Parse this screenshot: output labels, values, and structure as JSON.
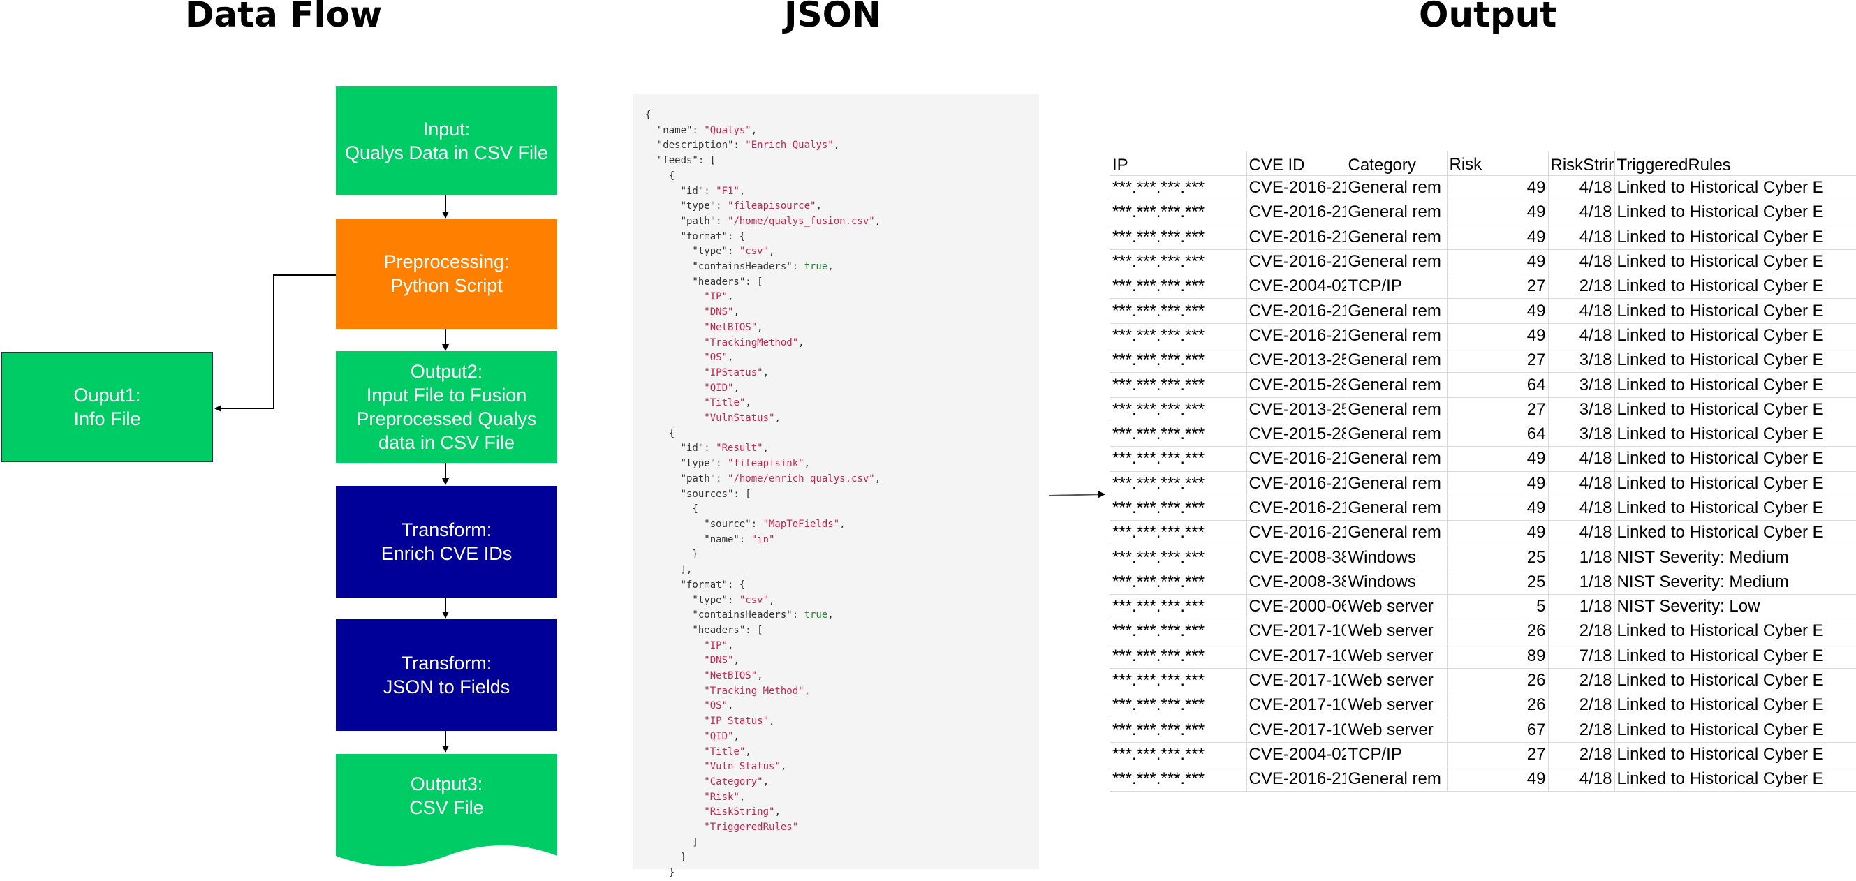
{
  "headings": {
    "data_flow": "Data Flow",
    "json": "JSON",
    "output": "Output"
  },
  "flow": {
    "input": [
      "Input:",
      "Qualys Data in CSV File"
    ],
    "preprocessing": [
      "Preprocessing:",
      "Python Script"
    ],
    "output1": [
      "Ouput1:",
      "Info File"
    ],
    "output2": [
      "Output2:",
      "Input File to Fusion",
      "Preprocessed Qualys",
      "data in CSV File"
    ],
    "transform1": [
      "Transform:",
      "Enrich CVE IDs"
    ],
    "transform2": [
      "Transform:",
      "JSON to Fields"
    ],
    "output3": [
      "Output3:",
      "CSV File"
    ]
  },
  "colors": {
    "green": "#00cc66",
    "orange": "#ff8000",
    "navy": "#000099",
    "json_string": "#c7254e",
    "json_literal": "#2a8a3e"
  },
  "json_text": "{\n  \"name\": \"Qualys\",\n  \"description\": \"Enrich Qualys\",\n  \"feeds\": [\n    {\n      \"id\": \"F1\",\n      \"type\": \"fileapisource\",\n      \"path\": \"/home/qualys_fusion.csv\",\n      \"format\": {\n        \"type\": \"csv\",\n        \"containsHeaders\": true,\n        \"headers\": [\n          \"IP\",\n          \"DNS\",\n          \"NetBIOS\",\n          \"TrackingMethod\",\n          \"OS\",\n          \"IPStatus\",\n          \"QID\",\n          \"Title\",\n          \"VulnStatus\",\n    {\n      \"id\": \"Result\",\n      \"type\": \"fileapisink\",\n      \"path\": \"/home/enrich_qualys.csv\",\n      \"sources\": [\n        {\n          \"source\": \"MapToFields\",\n          \"name\": \"in\"\n        }\n      ],\n      \"format\": {\n        \"type\": \"csv\",\n        \"containsHeaders\": true,\n        \"headers\": [\n          \"IP\",\n          \"DNS\",\n          \"NetBIOS\",\n          \"Tracking Method\",\n          \"OS\",\n          \"IP Status\",\n          \"QID\",\n          \"Title\",\n          \"Vuln Status\",\n          \"Category\",\n          \"Risk\",\n          \"RiskString\",\n          \"TriggeredRules\"\n        ]\n      }\n    }",
  "table": {
    "columns": [
      "IP",
      "CVE ID",
      "Category",
      "Risk",
      "RiskString",
      "TriggeredRules"
    ],
    "rows": [
      [
        "***.***.***.***",
        "CVE-2016-21",
        "General rem",
        "49",
        "4/18",
        "Linked to Historical Cyber E"
      ],
      [
        "***.***.***.***",
        "CVE-2016-21",
        "General rem",
        "49",
        "4/18",
        "Linked to Historical Cyber E"
      ],
      [
        "***.***.***.***",
        "CVE-2016-21",
        "General rem",
        "49",
        "4/18",
        "Linked to Historical Cyber E"
      ],
      [
        "***.***.***.***",
        "CVE-2016-21",
        "General rem",
        "49",
        "4/18",
        "Linked to Historical Cyber E"
      ],
      [
        "***.***.***.***",
        "CVE-2004-02",
        "TCP/IP",
        "27",
        "2/18",
        "Linked to Historical Cyber E"
      ],
      [
        "***.***.***.***",
        "CVE-2016-21",
        "General rem",
        "49",
        "4/18",
        "Linked to Historical Cyber E"
      ],
      [
        "***.***.***.***",
        "CVE-2016-21",
        "General rem",
        "49",
        "4/18",
        "Linked to Historical Cyber E"
      ],
      [
        "***.***.***.***",
        "CVE-2013-25",
        "General rem",
        "27",
        "3/18",
        "Linked to Historical Cyber E"
      ],
      [
        "***.***.***.***",
        "CVE-2015-28",
        "General rem",
        "64",
        "3/18",
        "Linked to Historical Cyber E"
      ],
      [
        "***.***.***.***",
        "CVE-2013-25",
        "General rem",
        "27",
        "3/18",
        "Linked to Historical Cyber E"
      ],
      [
        "***.***.***.***",
        "CVE-2015-28",
        "General rem",
        "64",
        "3/18",
        "Linked to Historical Cyber E"
      ],
      [
        "***.***.***.***",
        "CVE-2016-21",
        "General rem",
        "49",
        "4/18",
        "Linked to Historical Cyber E"
      ],
      [
        "***.***.***.***",
        "CVE-2016-21",
        "General rem",
        "49",
        "4/18",
        "Linked to Historical Cyber E"
      ],
      [
        "***.***.***.***",
        "CVE-2016-21",
        "General rem",
        "49",
        "4/18",
        "Linked to Historical Cyber E"
      ],
      [
        "***.***.***.***",
        "CVE-2016-21",
        "General rem",
        "49",
        "4/18",
        "Linked to Historical Cyber E"
      ],
      [
        "***.***.***.***",
        "CVE-2008-38",
        "Windows",
        "25",
        "1/18",
        "NIST Severity: Medium"
      ],
      [
        "***.***.***.***",
        "CVE-2008-38",
        "Windows",
        "25",
        "1/18",
        "NIST Severity: Medium"
      ],
      [
        "***.***.***.***",
        "CVE-2000-06",
        "Web server",
        "5",
        "1/18",
        "NIST Severity: Low"
      ],
      [
        "***.***.***.***",
        "CVE-2017-10",
        "Web server",
        "26",
        "2/18",
        "Linked to Historical Cyber E"
      ],
      [
        "***.***.***.***",
        "CVE-2017-10",
        "Web server",
        "89",
        "7/18",
        "Linked to Historical Cyber E"
      ],
      [
        "***.***.***.***",
        "CVE-2017-10",
        "Web server",
        "26",
        "2/18",
        "Linked to Historical Cyber E"
      ],
      [
        "***.***.***.***",
        "CVE-2017-10",
        "Web server",
        "26",
        "2/18",
        "Linked to Historical Cyber E"
      ],
      [
        "***.***.***.***",
        "CVE-2017-10",
        "Web server",
        "67",
        "2/18",
        "Linked to Historical Cyber E"
      ],
      [
        "***.***.***.***",
        "CVE-2004-02",
        "TCP/IP",
        "27",
        "2/18",
        "Linked to Historical Cyber E"
      ],
      [
        "***.***.***.***",
        "CVE-2016-21",
        "General rem",
        "49",
        "4/18",
        "Linked to Historical Cyber E"
      ]
    ]
  },
  "icons": {
    "filter": "filter-dropdown-icon"
  }
}
